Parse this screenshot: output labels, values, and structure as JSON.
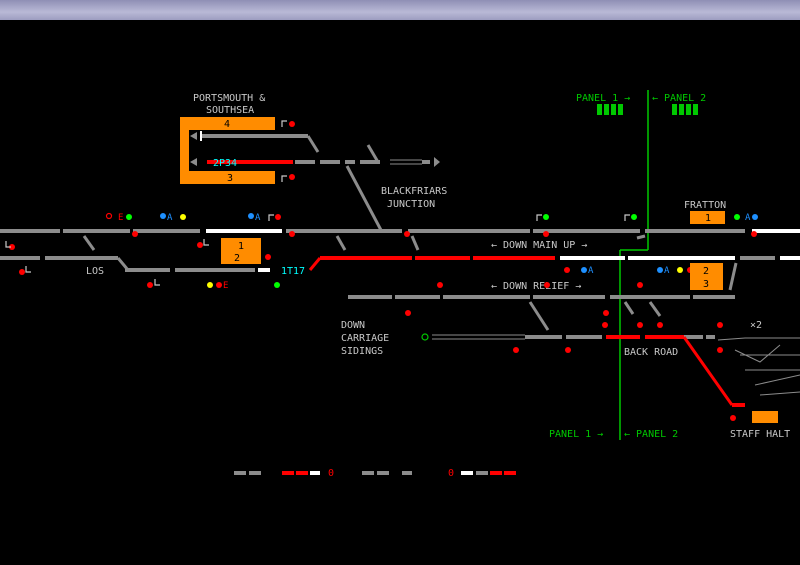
{
  "labels": {
    "portsmouth_line1": "PORTSMOUTH &",
    "portsmouth_line2": "SOUTHSEA",
    "blackfriars_line1": "BLACKFRIARS",
    "blackfriars_line2": "JUNCTION",
    "fratton": "FRATTON",
    "down_main_up": "← DOWN MAIN UP →",
    "down_relief": "← DOWN RELIEF →",
    "down_carriage_line1": "DOWN",
    "down_carriage_line2": "CARRIAGE",
    "down_carriage_line3": "SIDINGS",
    "back_road": "BACK ROAD",
    "staff_halt": "STAFF HALT",
    "los": "LOS",
    "x2": "×2",
    "panel1_top": "PANEL 1 →",
    "panel2_top": "← PANEL 2",
    "panel1_bottom": "PANEL 1 →",
    "panel2_bottom": "← PANEL 2",
    "counter1": "0",
    "counter2": "0"
  },
  "platforms": {
    "p4": "4",
    "p3": "3",
    "p1a": "1",
    "p2a": "2",
    "fratton_p1": "1",
    "p2b": "2",
    "p3b": "3"
  },
  "train_descriptions": {
    "td_2p34": "2P34",
    "td_1t17": "1T17"
  },
  "signal_labels": {
    "e_upper": "E",
    "a_upper1": "A",
    "a_upper2": "A",
    "a_fratton": "A",
    "a_mid": "A",
    "a_mid2": "A",
    "e_lower": "E"
  },
  "colors": {
    "track_idle": "#8c8c8c",
    "track_route": "#ff0000",
    "track_set": "#ffffff",
    "platform": "#ff8c00",
    "panel_divider": "#00c800",
    "train_id": "#00ffff",
    "label": "#c8c8c8",
    "signal_red": "#ff0000",
    "signal_green": "#00ff00",
    "signal_yellow": "#ffff00",
    "signal_blue": "#1e90ff"
  }
}
